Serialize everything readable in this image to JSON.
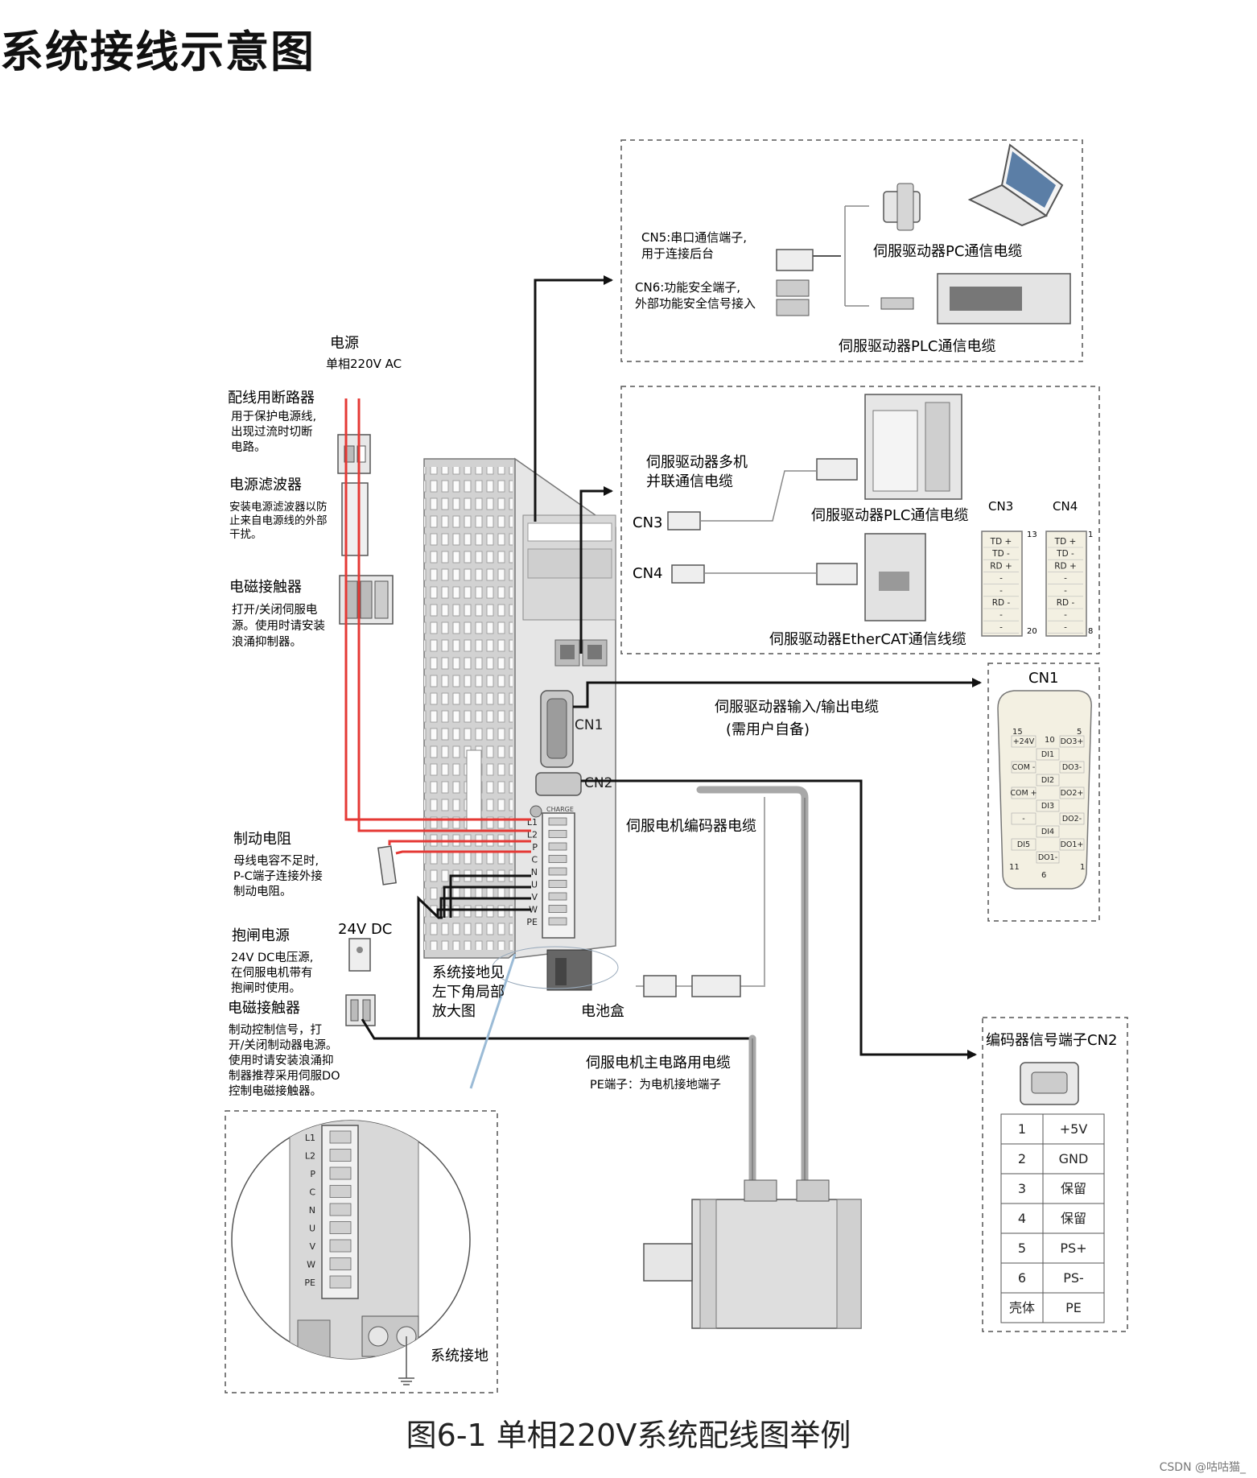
{
  "title": "系统接线示意图",
  "caption": "图6-1 单相220V系统配线图举例",
  "watermark": "CSDN @咕咕猫_",
  "left_labels": {
    "power": {
      "title": "电源",
      "desc": "单相220V AC"
    },
    "breaker": {
      "title": "配线用断路器",
      "lines": [
        "用于保护电源线,",
        "出现过流时切断",
        "电路。"
      ]
    },
    "filter": {
      "title": "电源滤波器",
      "lines": [
        "安装电源滤波器以防",
        "止来自电源线的外部",
        "干扰。"
      ]
    },
    "contactor": {
      "title": "电磁接触器",
      "lines": [
        "打开/关闭伺服电",
        "源。使用时请安装",
        "浪涌抑制器。"
      ]
    },
    "brake_res": {
      "title": "制动电阻",
      "lines": [
        "母线电容不足时,",
        "P-C端子连接外接",
        "制动电阻。"
      ]
    },
    "brake_power": {
      "title": "抱闸电源",
      "lines": [
        "24V DC电压源,",
        "在伺服电机带有",
        "抱闸时使用。"
      ]
    },
    "dc24": "24V DC",
    "brake_contactor": {
      "title": "电磁接触器",
      "lines": [
        "制动控制信号，打",
        "开/关闭制动器电源。",
        "使用时请安装浪涌抑",
        "制器推荐采用伺服DO",
        "控制电磁接触器。"
      ]
    }
  },
  "drive_terminals": [
    "L1",
    "L2",
    "P",
    "C",
    "N",
    "U",
    "V",
    "W",
    "PE"
  ],
  "charge_label": "CHARGE",
  "cn1_port_label": "CN1",
  "cn2_port_label": "CN2",
  "box1": {
    "cn5_lines": [
      "CN5:串口通信端子,",
      "用于连接后台"
    ],
    "cn6_lines": [
      "CN6:功能安全端子,",
      "外部功能安全信号接入"
    ],
    "pc_cable": "伺服驱动器PC通信电缆",
    "plc_cable": "伺服驱动器PLC通信电缆"
  },
  "box2": {
    "multi_lines": [
      "伺服驱动器多机",
      "并联通信电缆"
    ],
    "cn3": "CN3",
    "cn4": "CN4",
    "plc_cable": "伺服驱动器PLC通信电缆",
    "ethercat_cable": "伺服驱动器EtherCAT通信线缆",
    "pin_header_cn3": "CN3",
    "pin_header_cn4": "CN4",
    "cn3_pins": [
      "TD +",
      "TD -",
      "RD +",
      "-",
      "-",
      "RD -",
      "-",
      "-"
    ],
    "cn4_pins": [
      "TD +",
      "TD -",
      "RD +",
      "-",
      "-",
      "RD -",
      "-",
      "-"
    ],
    "cn3_nums": [
      "13",
      "20"
    ],
    "cn4_nums": [
      "1",
      "8"
    ]
  },
  "io_cable": {
    "line1": "伺服驱动器输入/输出电缆",
    "line2": "(需用户自备)"
  },
  "encoder_cable": "伺服电机编码器电缆",
  "ground_note": [
    "系统接地见",
    "左下角局部",
    "放大图"
  ],
  "battery": "电池盒",
  "main_cable": {
    "line1": "伺服电机主电路用电缆",
    "line2": "PE端子：为电机接地端子"
  },
  "cn1_box": {
    "title": "CN1",
    "numbers": [
      "15",
      "10",
      "5",
      "11",
      "6",
      "1"
    ],
    "left_pins": [
      "+24V",
      "COM -",
      "COM +",
      "-",
      "DI5"
    ],
    "mid_pins": [
      "DI1",
      "DI2",
      "DI3",
      "DI4",
      "DO1-"
    ],
    "right_pins": [
      "DO3+",
      "DO3-",
      "DO2+",
      "DO2-",
      "DO1+"
    ]
  },
  "cn2_box": {
    "title": "编码器信号端子CN2",
    "rows": [
      [
        "1",
        "+5V"
      ],
      [
        "2",
        "GND"
      ],
      [
        "3",
        "保留"
      ],
      [
        "4",
        "保留"
      ],
      [
        "5",
        "PS+"
      ],
      [
        "6",
        "PS-"
      ],
      [
        "壳体",
        "PE"
      ]
    ]
  },
  "zoom": {
    "terminals": [
      "L1",
      "L2",
      "P",
      "C",
      "N",
      "U",
      "V",
      "W",
      "PE"
    ],
    "ground_label": "系统接地"
  },
  "colors": {
    "power_wire": "#e53935",
    "signal_wire": "#111111",
    "cable_grey": "#b8b8b8",
    "drive_body": "#dcdcdc"
  }
}
